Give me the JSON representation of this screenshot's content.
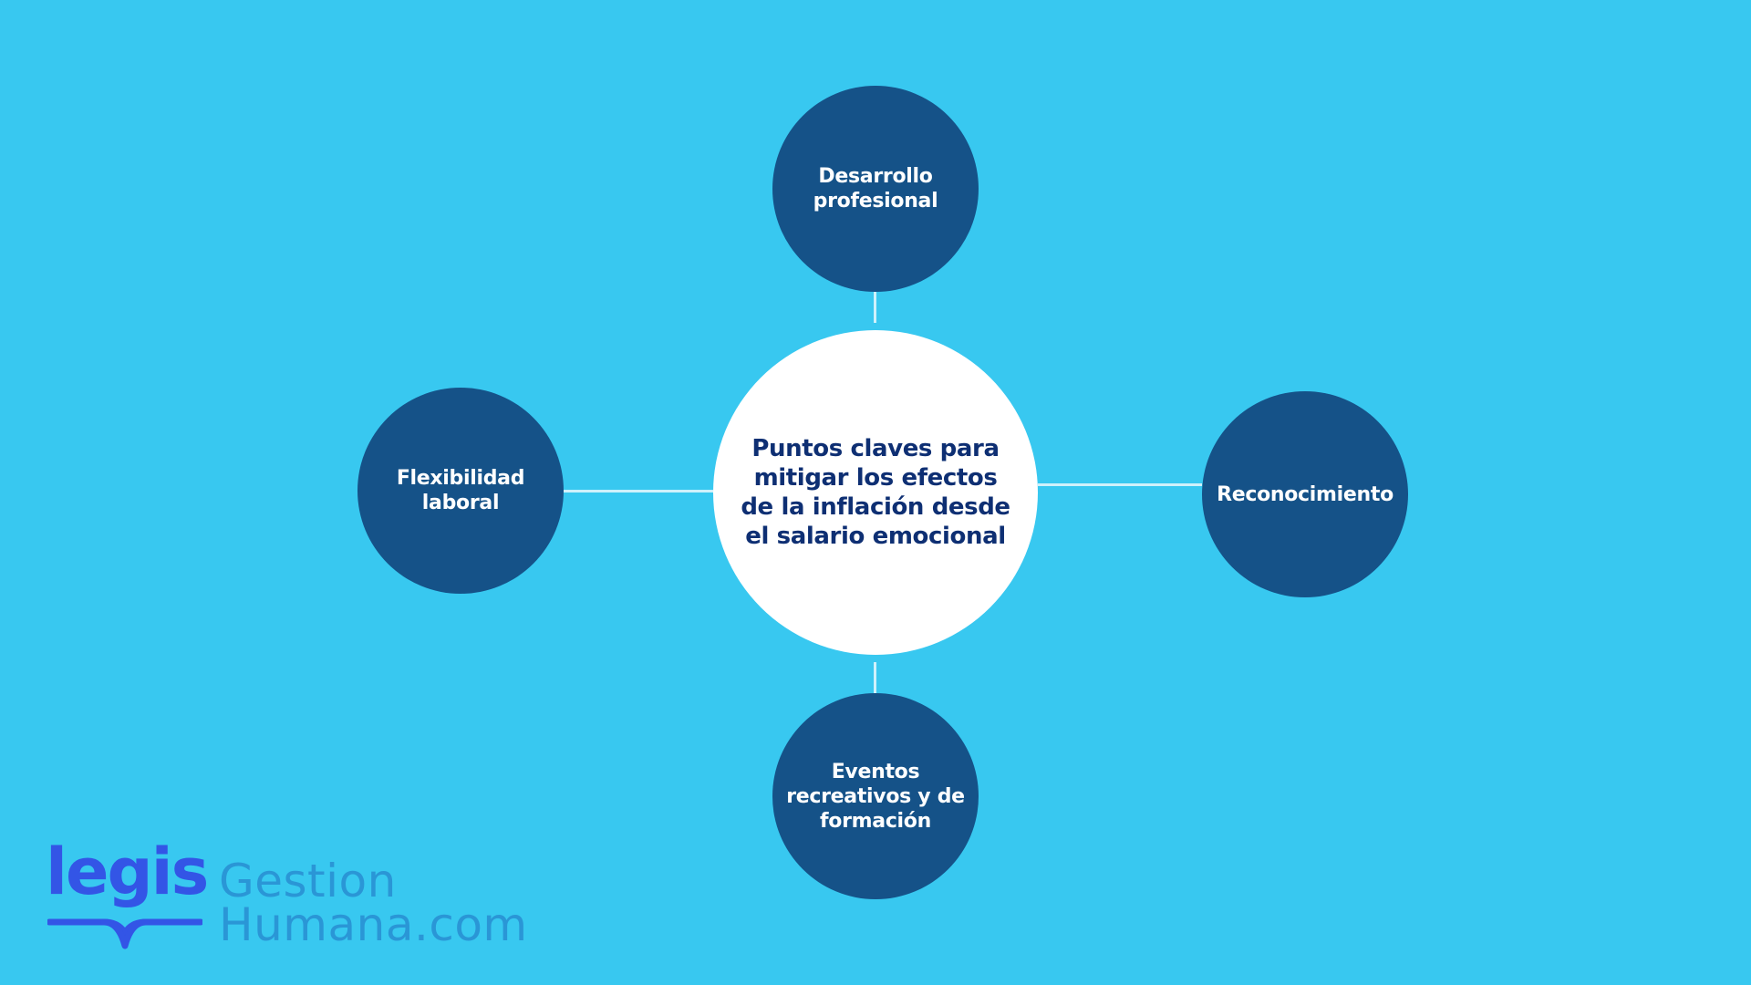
{
  "diagram": {
    "center": "Puntos claves para mitigar los efectos de la inflación desde el salario emocional",
    "nodes": {
      "top": "Desarrollo profesional",
      "left": "Flexibilidad laboral",
      "right": "Reconocimiento",
      "bottom": "Eventos recreativos y de formación"
    }
  },
  "logo": {
    "brand": "legis",
    "line1": "Gestion",
    "line2": "Humana.com"
  },
  "colors": {
    "background": "#38C8F0",
    "node": "#155288",
    "center": "#FFFFFF",
    "center_text": "#0E2F73",
    "brand": "#3355E6",
    "brand_secondary": "#2A96D6"
  }
}
